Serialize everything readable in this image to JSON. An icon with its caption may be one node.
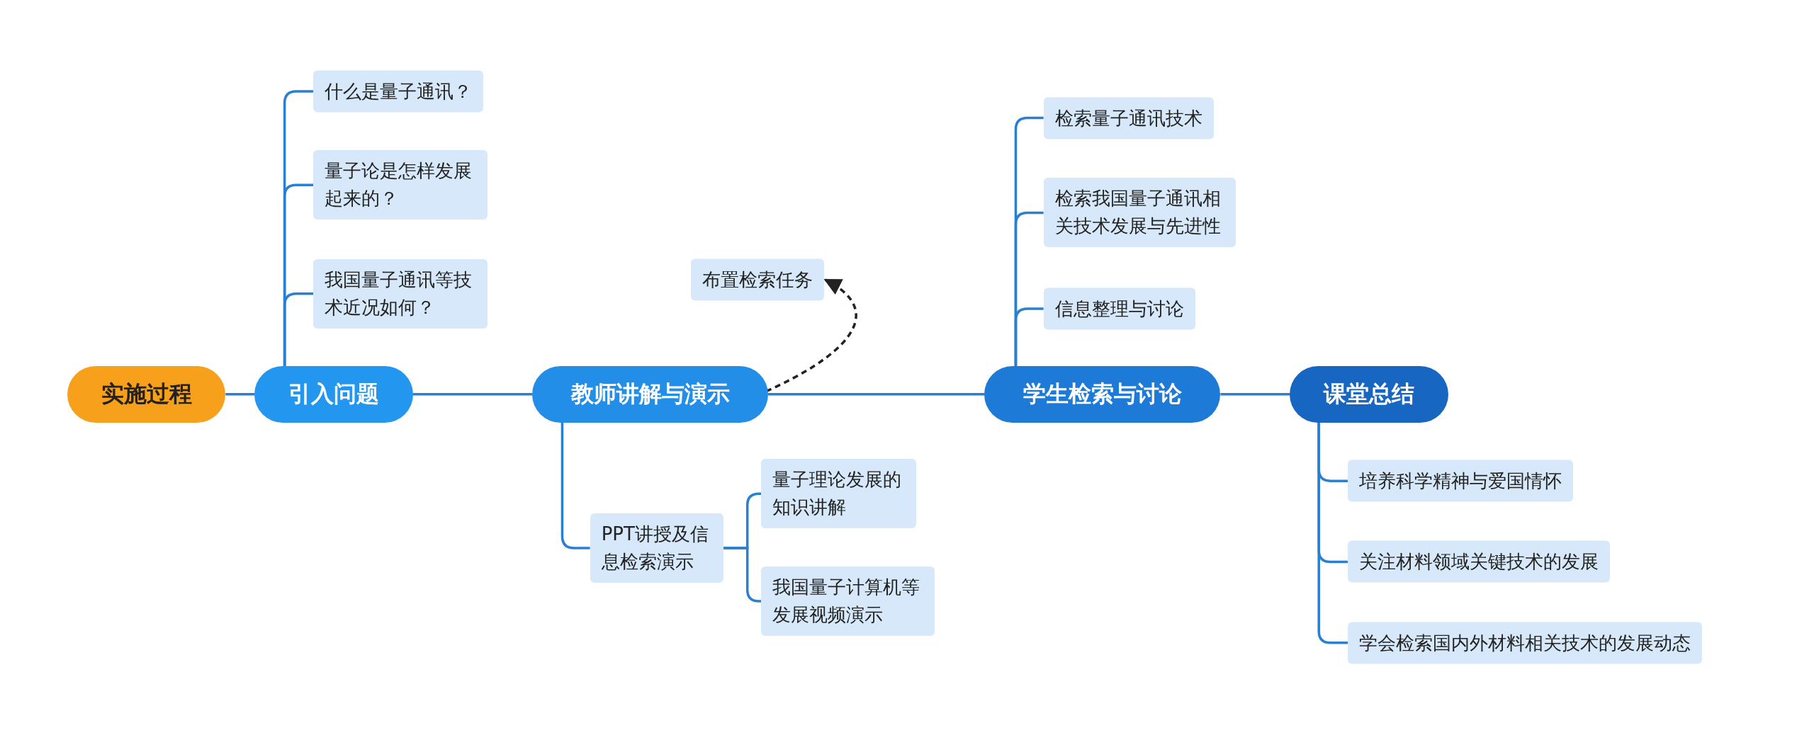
{
  "diagram": {
    "nodes": [
      {
        "text": [
          "实施过程"
        ]
      },
      {
        "text": [
          "引入问题"
        ]
      },
      {
        "text": [
          "什么是量子通讯？"
        ]
      },
      {
        "text": [
          "量子论是怎样发展起来的？"
        ]
      },
      {
        "text": [
          "我国量子通讯等技术近况如何？"
        ]
      },
      {
        "text": [
          "教师讲解与演示"
        ]
      },
      {
        "text": [
          "布置检索任务"
        ]
      },
      {
        "text": [
          "PPT讲授及信息检索演示"
        ]
      },
      {
        "text": [
          "量子理论发展的知识讲解"
        ]
      },
      {
        "text": [
          "我国量子计算机等发展视频演示"
        ]
      },
      {
        "text": [
          "学生检索与讨论"
        ]
      },
      {
        "text": [
          "检索量子通讯技术"
        ]
      },
      {
        "text": [
          "检索我国量子通讯相关技术发展与先进性"
        ]
      },
      {
        "text": [
          "信息整理与讨论"
        ]
      },
      {
        "text": [
          "课堂总结"
        ]
      },
      {
        "text": [
          "培养科学精神与爱国情怀"
        ]
      },
      {
        "text": [
          "关注材料领域关键技术的发展"
        ]
      },
      {
        "text": [
          "学会检索国内外材料相关技术的发展动态"
        ]
      }
    ],
    "edges": [
      {
        "from": 0,
        "to": 1,
        "arrow": "none"
      },
      {
        "from": 1,
        "to": 2,
        "arrow": "none"
      },
      {
        "from": 1,
        "to": 3,
        "arrow": "none"
      },
      {
        "from": 1,
        "to": 4,
        "arrow": "none"
      },
      {
        "from": 1,
        "to": 5,
        "arrow": "none"
      },
      {
        "from": 5,
        "to": 6,
        "arrow": "to",
        "style": "dashed",
        "color": "#222222"
      },
      {
        "from": 5,
        "to": 7,
        "arrow": "none"
      },
      {
        "from": 7,
        "to": 8,
        "arrow": "none"
      },
      {
        "from": 7,
        "to": 9,
        "arrow": "none"
      },
      {
        "from": 5,
        "to": 10,
        "arrow": "none"
      },
      {
        "from": 10,
        "to": 11,
        "arrow": "none"
      },
      {
        "from": 10,
        "to": 12,
        "arrow": "none"
      },
      {
        "from": 10,
        "to": 13,
        "arrow": "none"
      },
      {
        "from": 10,
        "to": 14,
        "arrow": "none"
      },
      {
        "from": 14,
        "to": 15,
        "arrow": "none"
      },
      {
        "from": 14,
        "to": 16,
        "arrow": "none"
      },
      {
        "from": 14,
        "to": 17,
        "arrow": "none"
      }
    ]
  }
}
